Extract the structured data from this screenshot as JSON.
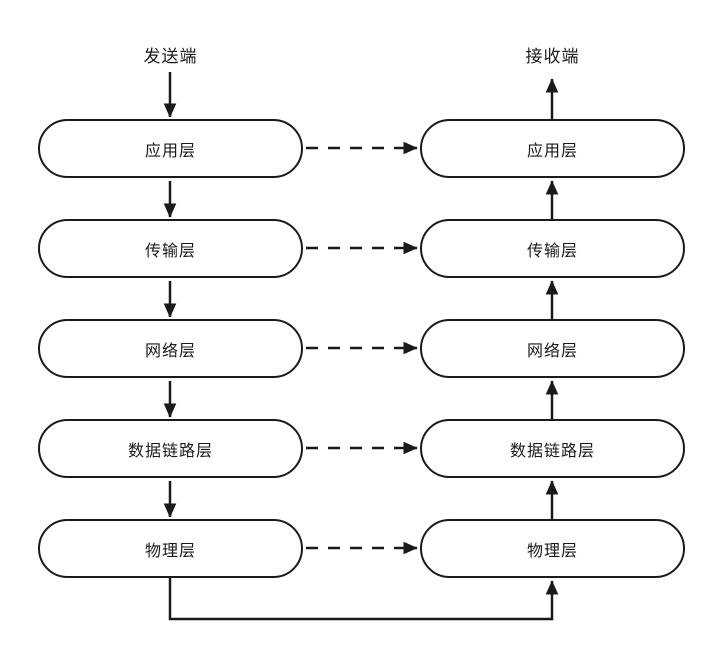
{
  "diagram": {
    "title_semantic": "network-layer-stack-sender-receiver",
    "colors": {
      "stroke": "#1a1a1a",
      "background": "#ffffff"
    },
    "left_column": {
      "header": "发送端",
      "layers": [
        "应用层",
        "传输层",
        "网络层",
        "数据链路层",
        "物理层"
      ]
    },
    "right_column": {
      "header": "接收端",
      "layers": [
        "应用层",
        "传输层",
        "网络层",
        "数据链路层",
        "物理层"
      ]
    },
    "arrows": {
      "sender_flow_direction": "down",
      "receiver_flow_direction": "up",
      "peer_links_style": "dashed",
      "physical_connector": "solid-bottom-loop"
    }
  }
}
